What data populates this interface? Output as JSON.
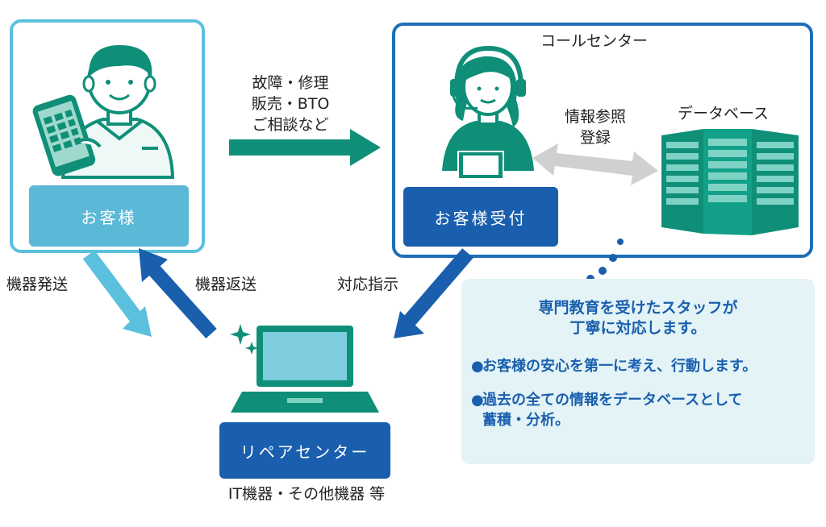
{
  "customer": {
    "box_label": "お客様"
  },
  "request_arrow": {
    "lines": [
      "故障・修理",
      "販売・BTO",
      "ご相談など"
    ]
  },
  "call_center": {
    "title": "コールセンター",
    "reception_label": "お客様受付",
    "database_label": "データベース",
    "db_link_lines": [
      "情報参照",
      "登録"
    ]
  },
  "flows": {
    "send_device": "機器発送",
    "return_device": "機器返送",
    "instruction": "対応指示"
  },
  "repair_center": {
    "box_label": "リペアセンター",
    "caption": "IT機器・その他機器 等"
  },
  "info": {
    "heading_lines": [
      "専門教育を受けたスタッフが",
      "丁寧に対応します。"
    ],
    "bullets": [
      {
        "lines": [
          "お客様の安心を第一に考え、行動します。"
        ]
      },
      {
        "lines": [
          "過去の全ての情報をデータベースとして",
          "蓄積・分析。"
        ]
      }
    ]
  },
  "colors": {
    "customer_accent": "#5bc0de",
    "customer_box": "#5bb8d6",
    "primary_blue": "#1a5fae",
    "green_arrow": "#119079",
    "person_green": "#0f8f78",
    "grey_arrow": "#d0d0d0",
    "info_bg": "#e3f3f6"
  }
}
